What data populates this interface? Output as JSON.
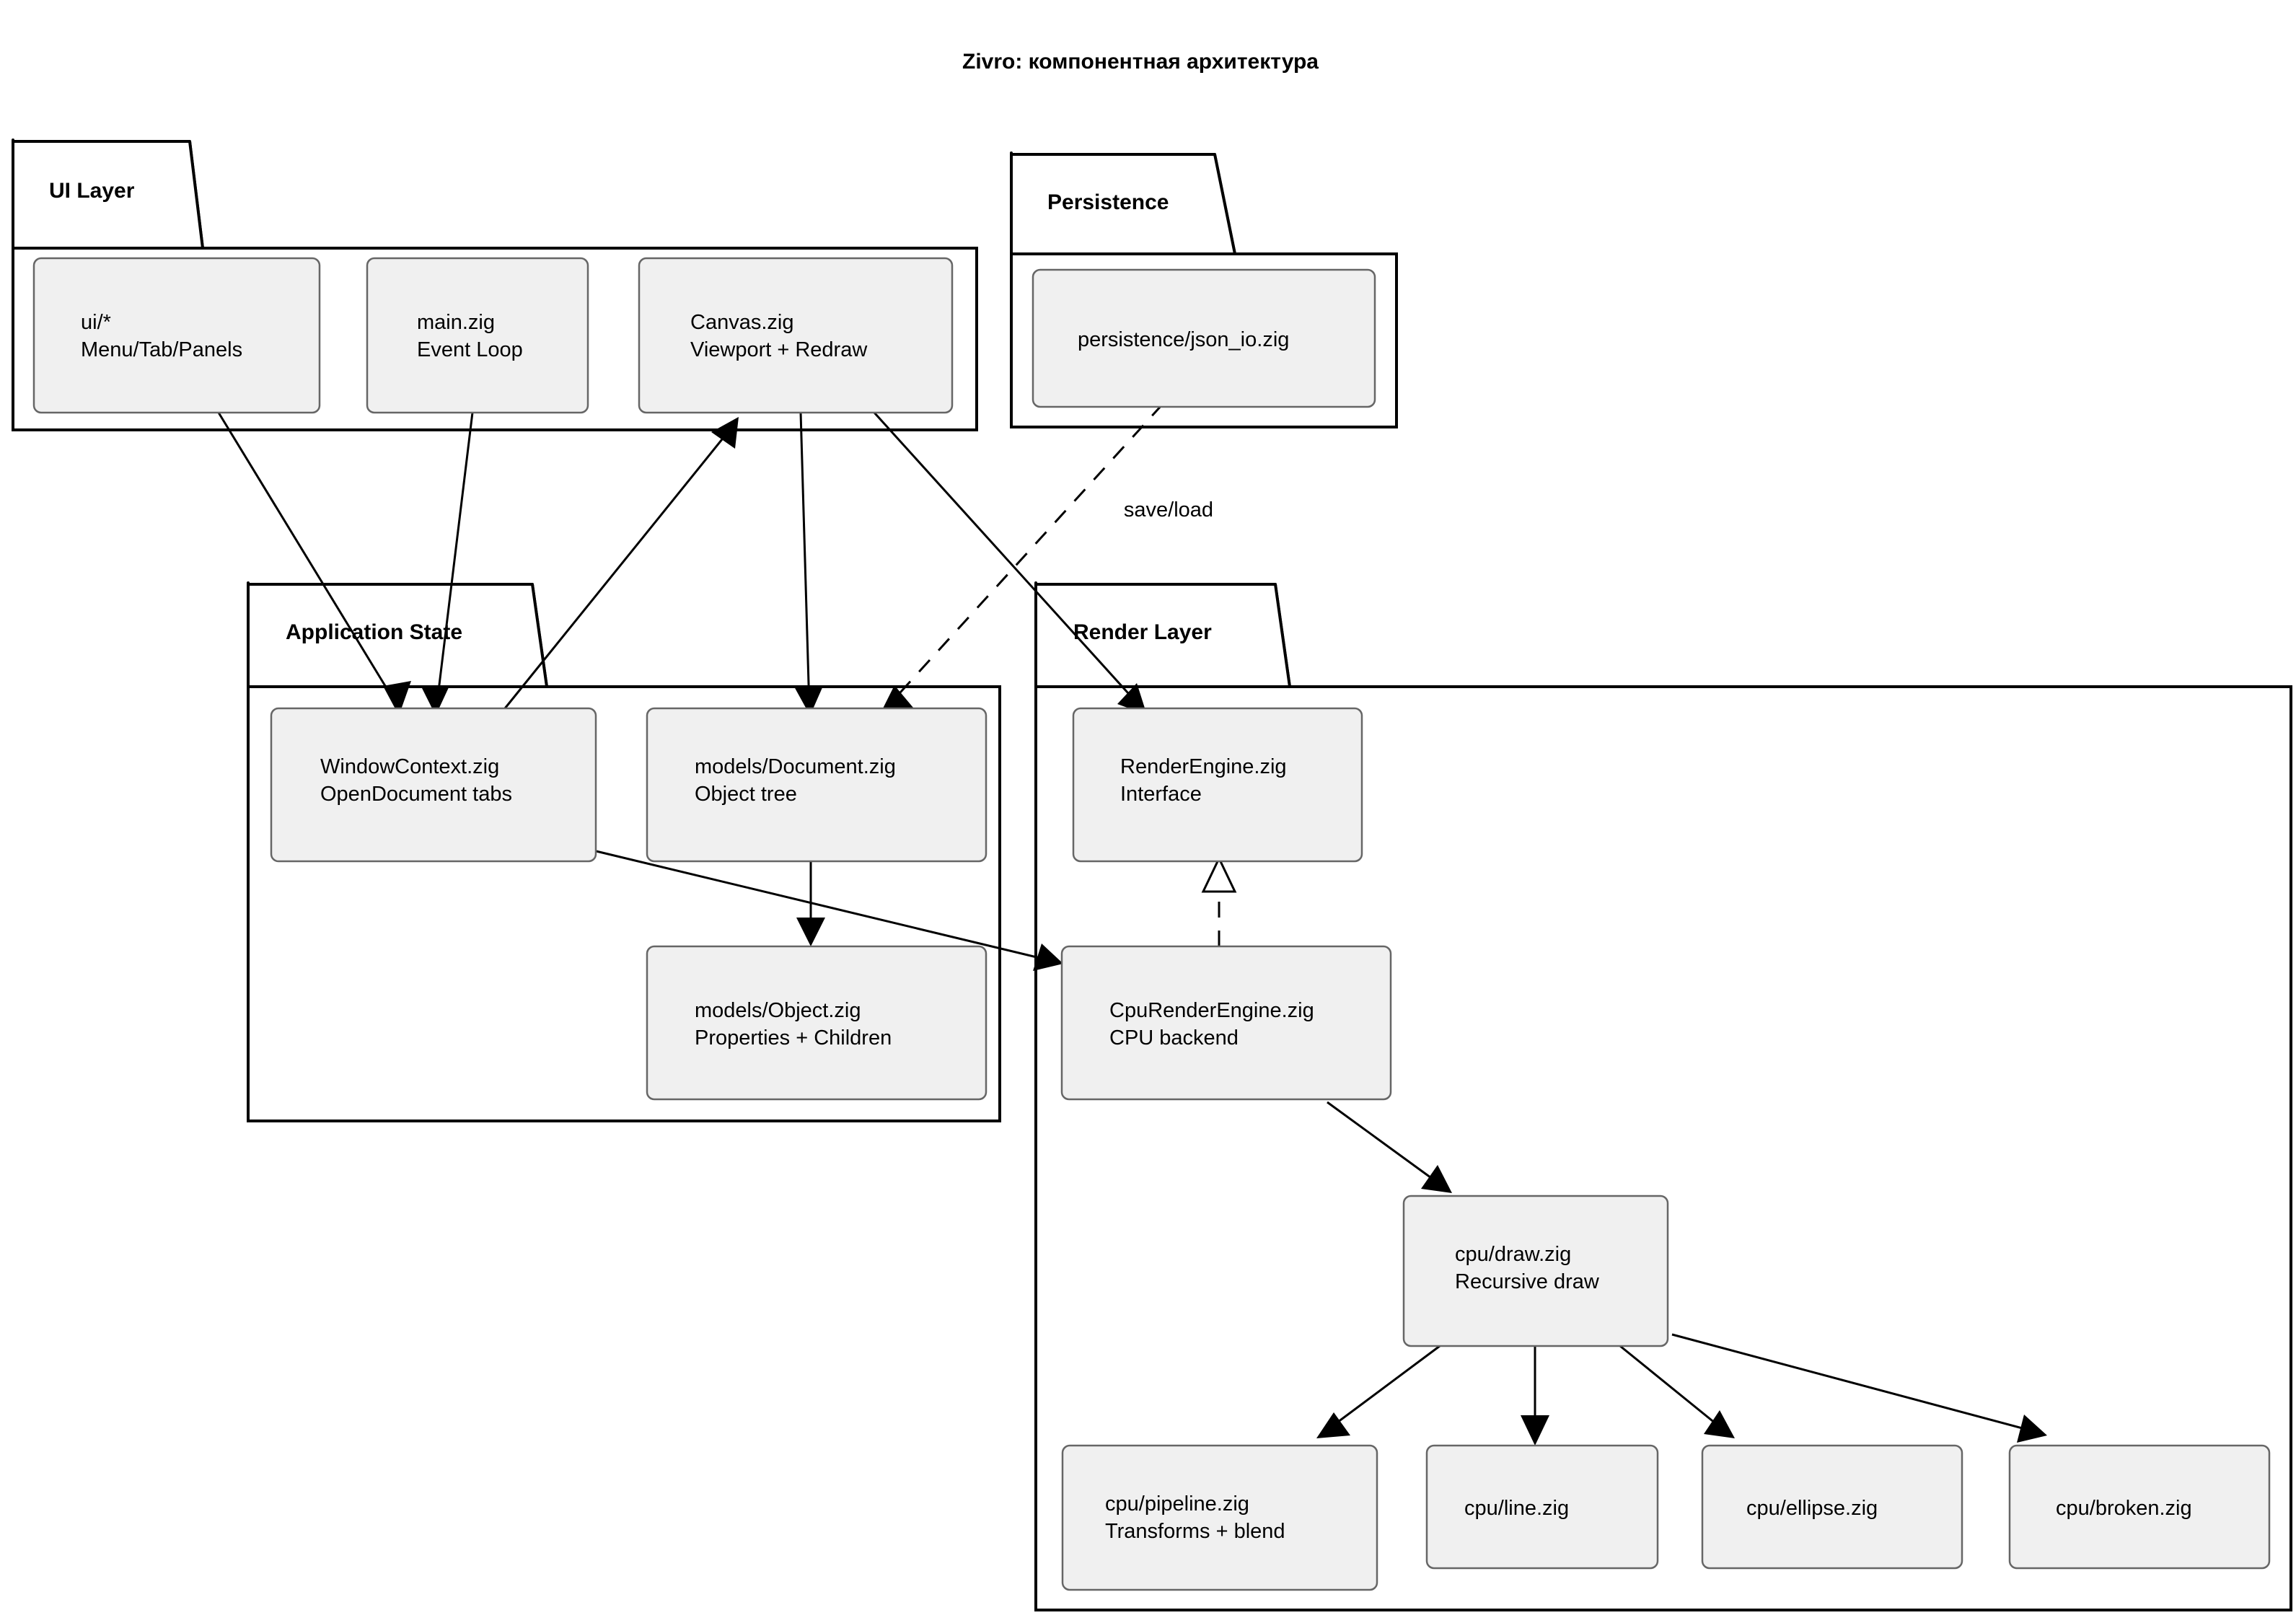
{
  "diagram": {
    "title": "Zivro: компонентная архитектура",
    "type": "uml-component-package-diagram",
    "background": "#ffffff",
    "node_fill": "#f0f0f0",
    "node_stroke": "#666666",
    "package_stroke": "#000000"
  },
  "packages": [
    {
      "id": "ui-layer",
      "title": "UI Layer"
    },
    {
      "id": "persistence",
      "title": "Persistence"
    },
    {
      "id": "application-state",
      "title": "Application State"
    },
    {
      "id": "render-layer",
      "title": "Render Layer"
    }
  ],
  "nodes": [
    {
      "id": "ui-star",
      "package": "ui-layer",
      "line1": "ui/*",
      "line2": "Menu/Tab/Panels"
    },
    {
      "id": "main-zig",
      "package": "ui-layer",
      "line1": "main.zig",
      "line2": "Event Loop"
    },
    {
      "id": "canvas-zig",
      "package": "ui-layer",
      "line1": "Canvas.zig",
      "line2": "Viewport + Redraw"
    },
    {
      "id": "json-io",
      "package": "persistence",
      "line1": "persistence/json_io.zig",
      "line2": ""
    },
    {
      "id": "window-context",
      "package": "application-state",
      "line1": "WindowContext.zig",
      "line2": "OpenDocument tabs"
    },
    {
      "id": "models-document",
      "package": "application-state",
      "line1": "models/Document.zig",
      "line2": "Object tree"
    },
    {
      "id": "models-object",
      "package": "application-state",
      "line1": "models/Object.zig",
      "line2": "Properties + Children"
    },
    {
      "id": "render-engine",
      "package": "render-layer",
      "line1": "RenderEngine.zig",
      "line2": "Interface"
    },
    {
      "id": "cpu-render-engine",
      "package": "render-layer",
      "line1": "CpuRenderEngine.zig",
      "line2": "CPU backend"
    },
    {
      "id": "cpu-draw",
      "package": "render-layer",
      "line1": "cpu/draw.zig",
      "line2": "Recursive draw"
    },
    {
      "id": "cpu-pipeline",
      "package": "render-layer",
      "line1": "cpu/pipeline.zig",
      "line2": "Transforms + blend"
    },
    {
      "id": "cpu-line",
      "package": "render-layer",
      "line1": "cpu/line.zig",
      "line2": ""
    },
    {
      "id": "cpu-ellipse",
      "package": "render-layer",
      "line1": "cpu/ellipse.zig",
      "line2": ""
    },
    {
      "id": "cpu-broken",
      "package": "render-layer",
      "line1": "cpu/broken.zig",
      "line2": ""
    }
  ],
  "edges": [
    {
      "id": "e1",
      "from": "ui-star",
      "to": "window-context",
      "style": "solid",
      "arrow": "filled",
      "label": ""
    },
    {
      "id": "e2",
      "from": "main-zig",
      "to": "window-context",
      "style": "solid",
      "arrow": "filled",
      "label": ""
    },
    {
      "id": "e3",
      "from": "window-context",
      "to": "canvas-zig",
      "style": "solid",
      "arrow": "filled",
      "label": ""
    },
    {
      "id": "e4",
      "from": "canvas-zig",
      "to": "models-document",
      "style": "solid",
      "arrow": "filled",
      "label": ""
    },
    {
      "id": "e5",
      "from": "canvas-zig",
      "to": "render-engine",
      "style": "solid",
      "arrow": "filled",
      "label": ""
    },
    {
      "id": "e6",
      "from": "json-io",
      "to": "models-document",
      "style": "dashed",
      "arrow": "filled",
      "label": "save/load"
    },
    {
      "id": "e7",
      "from": "models-document",
      "to": "models-object",
      "style": "solid",
      "arrow": "filled",
      "label": ""
    },
    {
      "id": "e8",
      "from": "window-context",
      "to": "cpu-render-engine",
      "style": "solid",
      "arrow": "filled",
      "label": ""
    },
    {
      "id": "e9",
      "from": "cpu-render-engine",
      "to": "render-engine",
      "style": "dashed",
      "arrow": "hollow",
      "label": ""
    },
    {
      "id": "e10",
      "from": "cpu-render-engine",
      "to": "cpu-draw",
      "style": "solid",
      "arrow": "filled",
      "label": ""
    },
    {
      "id": "e11",
      "from": "cpu-draw",
      "to": "cpu-pipeline",
      "style": "solid",
      "arrow": "filled",
      "label": ""
    },
    {
      "id": "e12",
      "from": "cpu-draw",
      "to": "cpu-line",
      "style": "solid",
      "arrow": "filled",
      "label": ""
    },
    {
      "id": "e13",
      "from": "cpu-draw",
      "to": "cpu-ellipse",
      "style": "solid",
      "arrow": "filled",
      "label": ""
    },
    {
      "id": "e14",
      "from": "cpu-draw",
      "to": "cpu-broken",
      "style": "solid",
      "arrow": "filled",
      "label": ""
    }
  ],
  "edge_labels": {
    "save_load": "save/load"
  }
}
